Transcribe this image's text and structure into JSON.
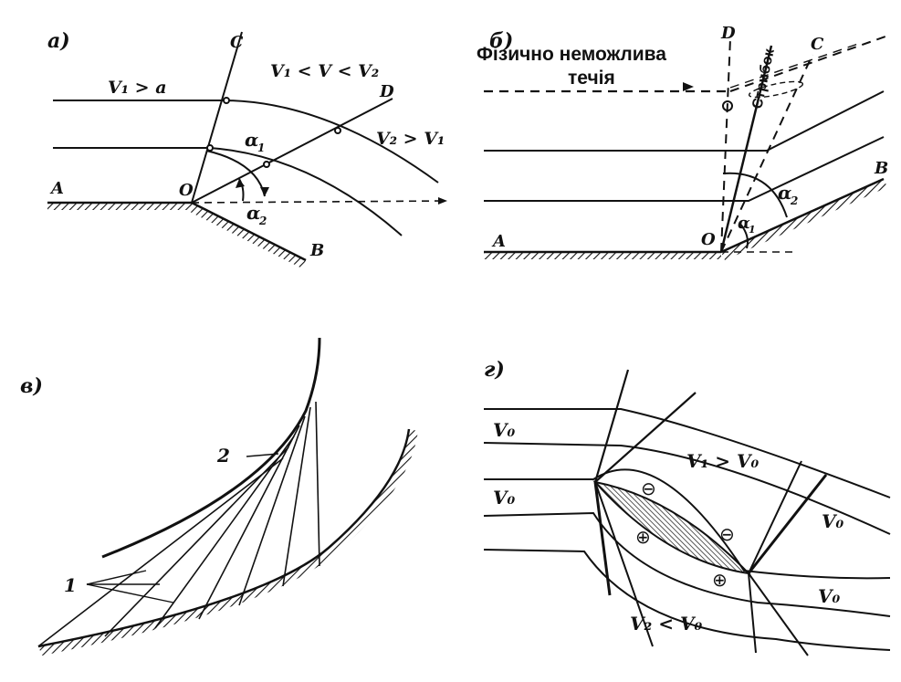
{
  "panels": {
    "a": {
      "tag": "а)",
      "labels": {
        "A": "A",
        "O": "O",
        "B": "B",
        "C": "C",
        "D": "D",
        "alpha1": "α",
        "alpha1_sub": "1",
        "alpha2": "α",
        "alpha2_sub": "2"
      },
      "flow_labels": {
        "upstream": "V₁ > a",
        "middle": "V₁ < V < V₂",
        "downstream": "V₂ > V₁"
      }
    },
    "b": {
      "tag": "б)",
      "note_line1": "Фізично неможлива",
      "note_line2": "течія",
      "jump_label": "Стрибок",
      "labels": {
        "A": "A",
        "O": "O",
        "B": "B",
        "C": "C",
        "D": "D",
        "alpha1": "α",
        "alpha1_sub": "1",
        "alpha2": "α",
        "alpha2_sub": "2"
      }
    },
    "c": {
      "tag": "в)",
      "label_1": "1",
      "label_2": "2"
    },
    "d": {
      "tag": "г)",
      "v0_top": "V₀",
      "v0_left": "V₀",
      "v1": "V₁ > V₀",
      "v0_right": "V₀",
      "v0_right_low": "V₀",
      "v2": "V₂ < V₀",
      "minus_1": "⊖",
      "minus_2": "⊖",
      "plus_1": "⊕",
      "plus_2": "⊕"
    }
  }
}
